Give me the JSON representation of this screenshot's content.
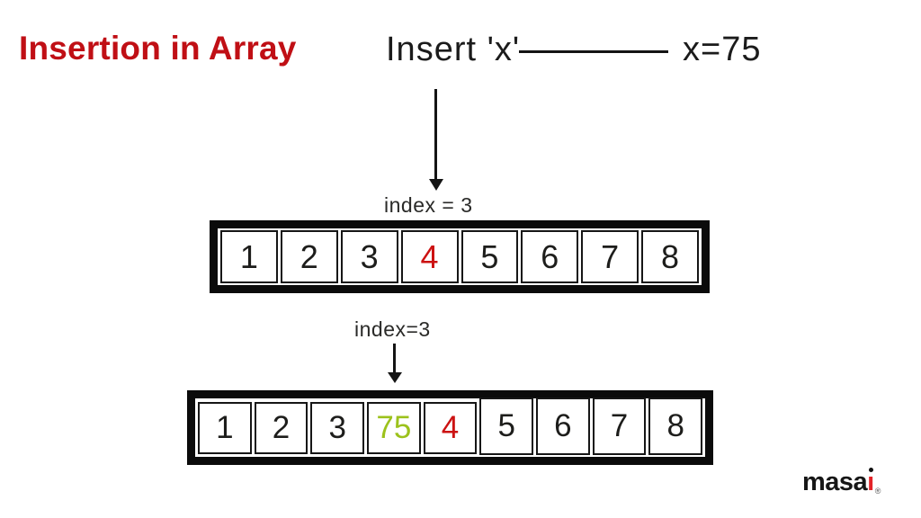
{
  "title": {
    "text": "Insertion in Array",
    "color": "#c00f15"
  },
  "header": {
    "insert_label": "Insert 'x'",
    "value_label": "x=75"
  },
  "array_before": {
    "index_label": "index = 3",
    "cells": [
      {
        "value": "1",
        "color": "#1d1d1b"
      },
      {
        "value": "2",
        "color": "#1d1d1b"
      },
      {
        "value": "3",
        "color": "#1d1d1b"
      },
      {
        "value": "4",
        "color": "#cc1212"
      },
      {
        "value": "5",
        "color": "#1d1d1b"
      },
      {
        "value": "6",
        "color": "#1d1d1b"
      },
      {
        "value": "7",
        "color": "#1d1d1b"
      },
      {
        "value": "8",
        "color": "#1d1d1b"
      }
    ]
  },
  "array_after": {
    "index_label": "index=3",
    "cells": [
      {
        "value": "1",
        "color": "#1d1d1b"
      },
      {
        "value": "2",
        "color": "#1d1d1b"
      },
      {
        "value": "3",
        "color": "#1d1d1b"
      },
      {
        "value": "75",
        "color": "#9cc21c"
      },
      {
        "value": "4",
        "color": "#cc1212"
      },
      {
        "value": "5",
        "color": "#1d1d1b"
      },
      {
        "value": "6",
        "color": "#1d1d1b"
      },
      {
        "value": "7",
        "color": "#1d1d1b"
      },
      {
        "value": "8",
        "color": "#1d1d1b"
      }
    ]
  },
  "logo": {
    "black_part": "masa",
    "red_part": "ı",
    "registered": "®"
  }
}
